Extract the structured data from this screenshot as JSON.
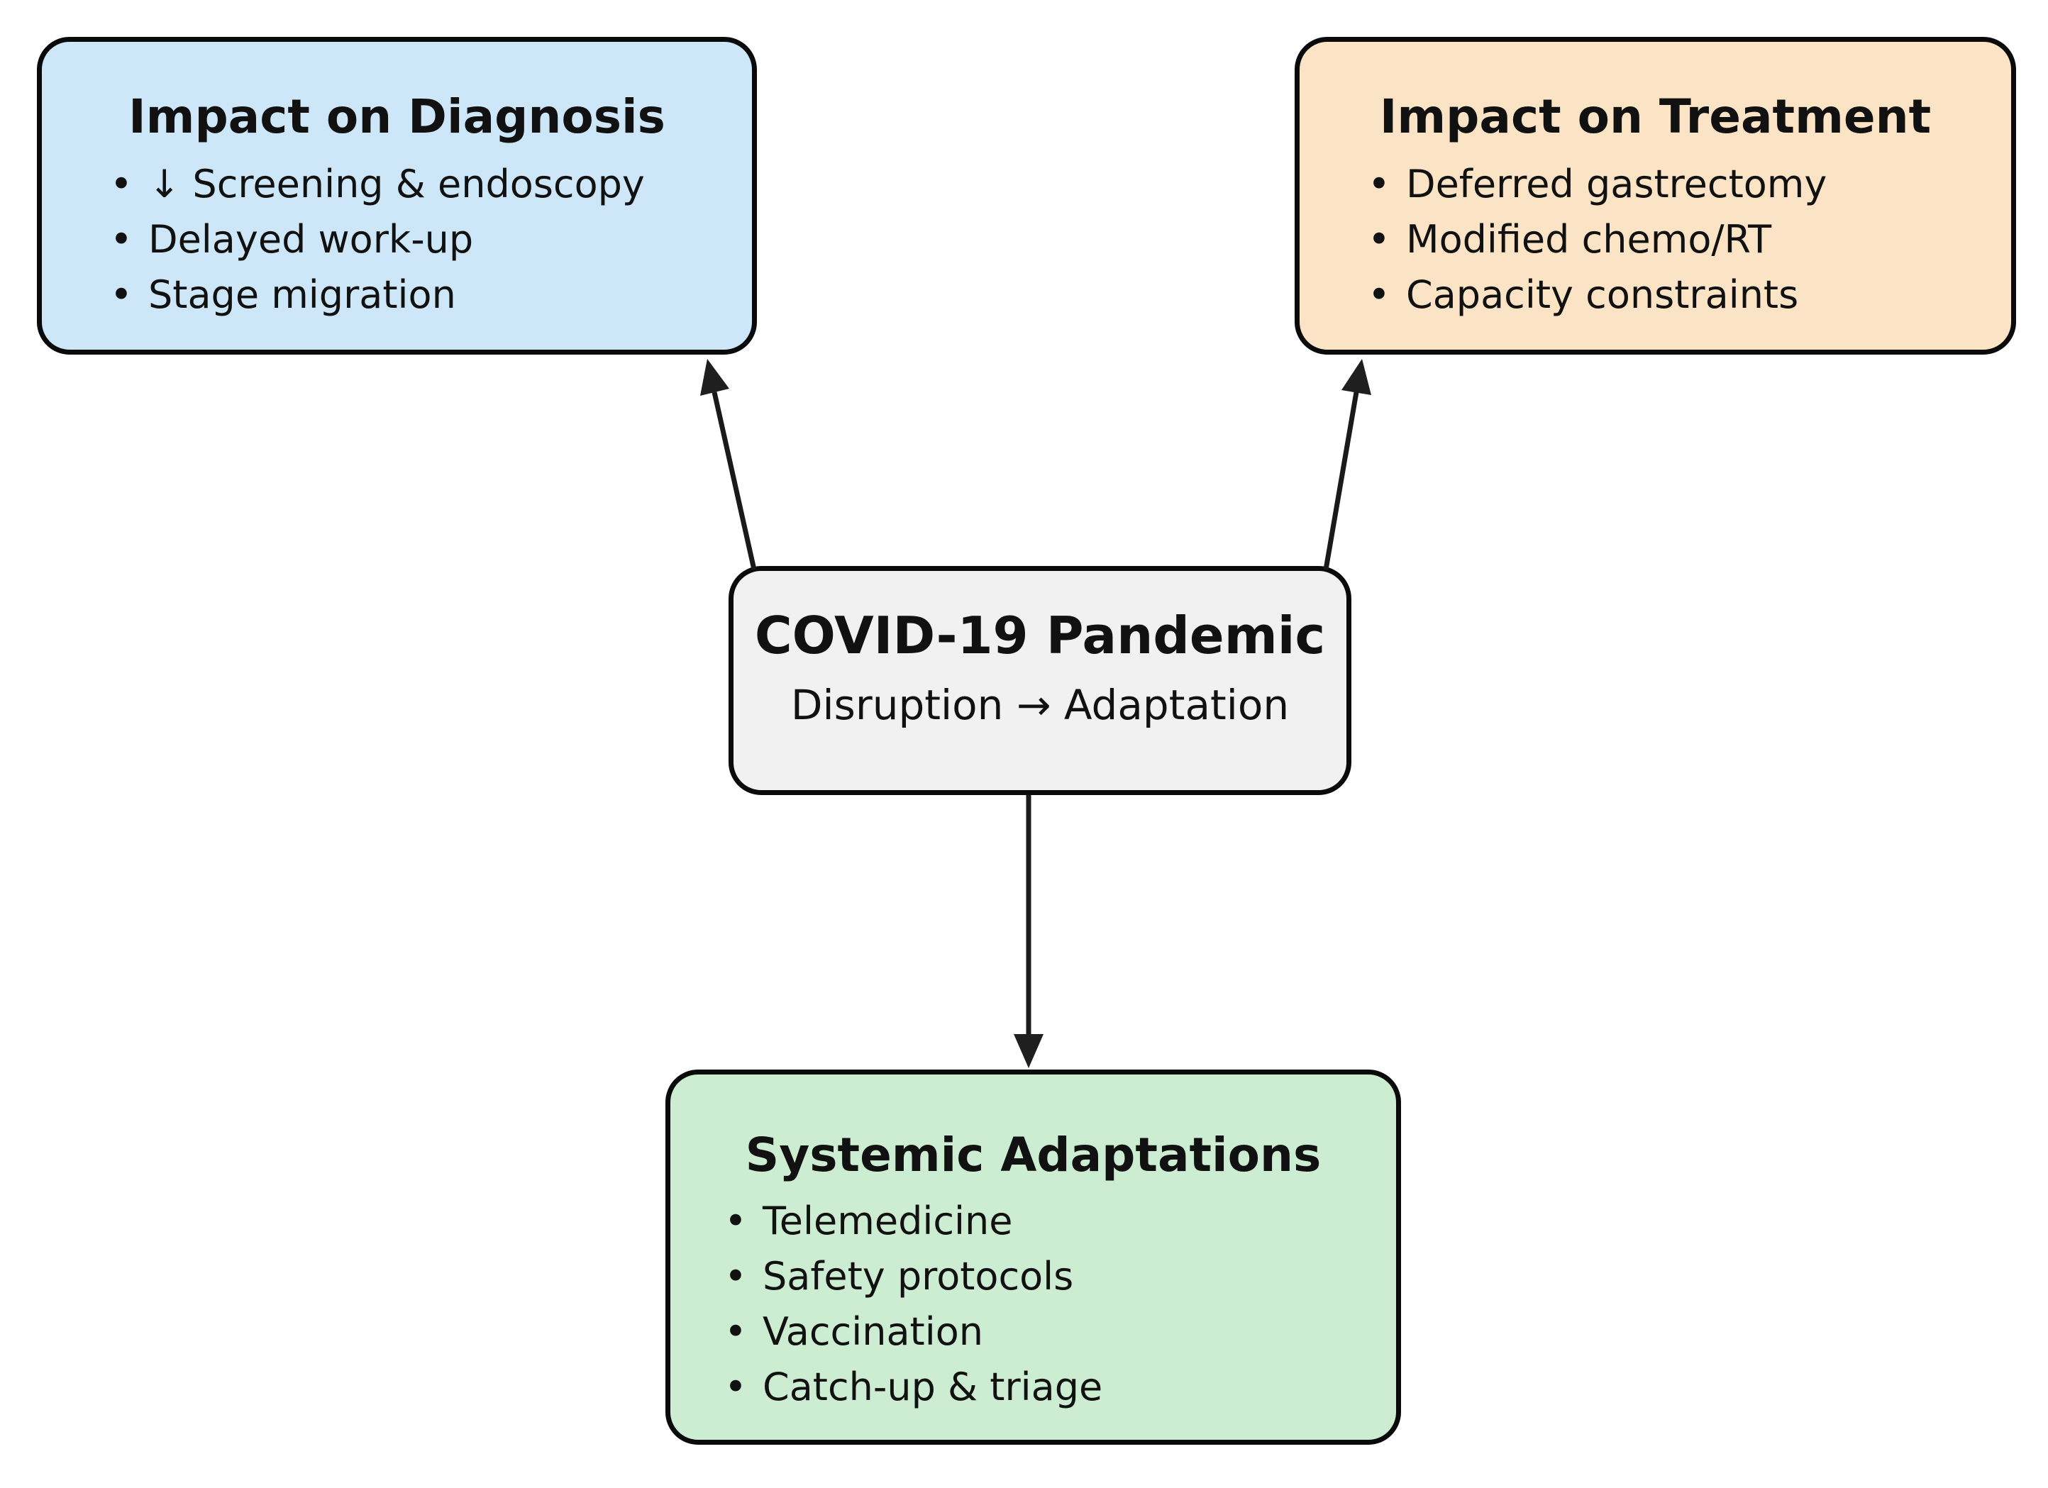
{
  "diagram": {
    "center": {
      "title": "COVID-19 Pandemic",
      "subtitle": "Disruption → Adaptation"
    },
    "diagnosis": {
      "title": "Impact on Diagnosis",
      "bullets": [
        "↓ Screening & endoscopy",
        "Delayed work-up",
        "Stage migration"
      ]
    },
    "treatment": {
      "title": "Impact on Treatment",
      "bullets": [
        "Deferred gastrectomy",
        "Modified chemo/RT",
        "Capacity constraints"
      ]
    },
    "adaptations": {
      "title": "Systemic Adaptations",
      "bullets": [
        "Telemedicine",
        "Safety protocols",
        "Vaccination",
        "Catch-up & triage"
      ]
    },
    "colors": {
      "diagnosis_fill": "#CDE7F8",
      "treatment_fill": "#FBE3C5",
      "center_fill": "#F1F1F1",
      "adaptations_fill": "#CCEDD1",
      "border": "#0A0A0A",
      "arrow": "#1F1F1F",
      "background": "#FFFFFF",
      "text": "#111111"
    }
  }
}
